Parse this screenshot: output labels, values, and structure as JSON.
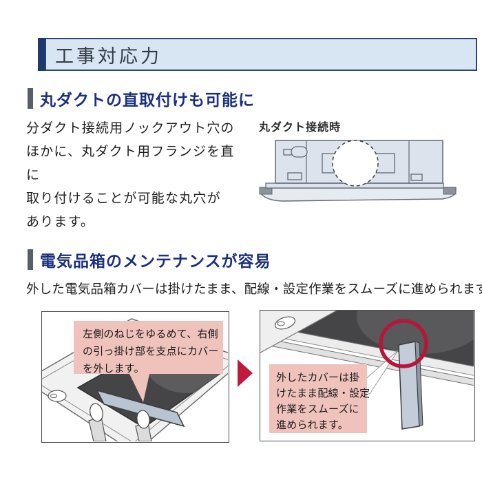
{
  "header": {
    "title": "工事対応力"
  },
  "sections": [
    {
      "heading": "丸ダクトの直取付けも可能に",
      "body_lines": [
        "分ダクト接続用ノックアウト穴の",
        "ほかに、丸ダクト用フランジを直に",
        "取り付けることが可能な丸穴が",
        "あります。"
      ],
      "figure_label": "丸ダクト接続時"
    },
    {
      "heading": "電気品箱のメンテナンスが容易",
      "body": "外した電気品箱カバーは掛けたまま、配線・設定作業をスムーズに進められます。",
      "steps": [
        {
          "callout_lines": [
            "左側のねじをゆるめて、右側",
            "の引っ掛け部を支点にカバー",
            "を外します。"
          ]
        },
        {
          "callout_lines": [
            "外したカバーは掛",
            "けたまま配線・設定",
            "作業をスムーズに",
            "進められます。"
          ]
        }
      ]
    }
  ],
  "colors": {
    "header_bg": "#d8e6f3",
    "header_accent_navy": "#1e3a6d",
    "heading_navy": "#1a2f7d",
    "marker_gray": "#585e66",
    "callout_pink": "#efc2bc",
    "accent_red": "#bf1a3e",
    "diagram_fill": "#dce3ed",
    "diagram_stroke": "#5f6875",
    "cover_blue_gray": "#c3ccd8"
  }
}
